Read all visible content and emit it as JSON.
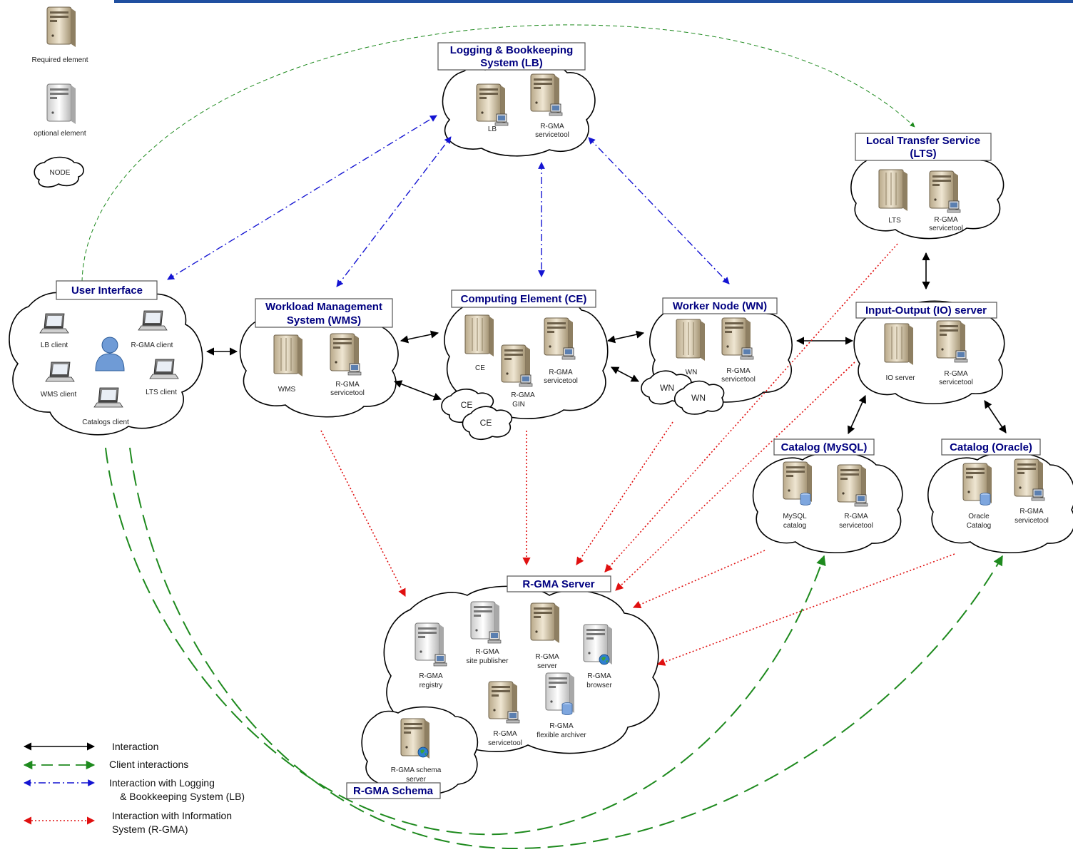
{
  "legend_top": {
    "required": "Required element",
    "optional": "optional element",
    "node": "NODE"
  },
  "legend_bottom": {
    "interaction": "Interaction",
    "client": "Client interactions",
    "lb_line1": "Interaction with Logging",
    "lb_line2": "& Bookkeeping System (LB)",
    "is_line1": "Interaction with Information",
    "is_line2": "System (R-GMA)"
  },
  "colors": {
    "interaction": "#000000",
    "client": "#1e8a1e",
    "lb": "#1414d2",
    "rgma": "#e01010",
    "title": "#000080",
    "top_rule": "#1f4fa0"
  },
  "nodes": {
    "lb": {
      "title_1": "Logging & Bookkeeping",
      "title_2": "System (LB)",
      "lb": "LB",
      "rgma_1": "R-GMA",
      "rgma_2": "servicetool"
    },
    "lts": {
      "title_1": "Local Transfer Service",
      "title_2": "(LTS)",
      "lts": "LTS",
      "rgma_1": "R-GMA",
      "rgma_2": "servicetool"
    },
    "ui": {
      "title": "User Interface",
      "lb_client": "LB client",
      "rgma_client": "R-GMA client",
      "wms_client": "WMS client",
      "lts_client": "LTS client",
      "catalogs_client": "Catalogs client"
    },
    "wms": {
      "title_1": "Workload Management",
      "title_2": "System (WMS)",
      "wms": "WMS",
      "rgma_1": "R-GMA",
      "rgma_2": "servicetool"
    },
    "ce": {
      "title": "Computing Element (CE)",
      "ce": "CE",
      "gin_1": "R-GMA",
      "gin_2": "GIN",
      "rgma_1": "R-GMA",
      "rgma_2": "servicetool",
      "small_1": "CE",
      "small_2": "CE"
    },
    "wn": {
      "title": "Worker Node (WN)",
      "wn": "WN",
      "rgma_1": "R-GMA",
      "rgma_2": "servicetool",
      "small_1": "WN",
      "small_2": "WN"
    },
    "io": {
      "title": "Input-Output (IO) server",
      "io": "IO server",
      "rgma_1": "R-GMA",
      "rgma_2": "servicetool"
    },
    "mysql": {
      "title": "Catalog (MySQL)",
      "cat_1": "MySQL",
      "cat_2": "catalog",
      "rgma_1": "R-GMA",
      "rgma_2": "servicetool"
    },
    "oracle": {
      "title": "Catalog (Oracle)",
      "cat_1": "Oracle",
      "cat_2": "Catalog",
      "rgma_1": "R-GMA",
      "rgma_2": "servicetool"
    },
    "rgma": {
      "title": "R-GMA Server",
      "registry_1": "R-GMA",
      "registry_2": "registry",
      "site_1": "R-GMA",
      "site_2": "site publisher",
      "server_1": "R-GMA",
      "server_2": "server",
      "browser_1": "R-GMA",
      "browser_2": "browser",
      "st_1": "R-GMA",
      "st_2": "servicetool",
      "arch_1": "R-GMA",
      "arch_2": "flexible archiver"
    },
    "schema": {
      "title": "R-GMA Schema",
      "server_1": "R-GMA schema",
      "server_2": "server"
    }
  }
}
